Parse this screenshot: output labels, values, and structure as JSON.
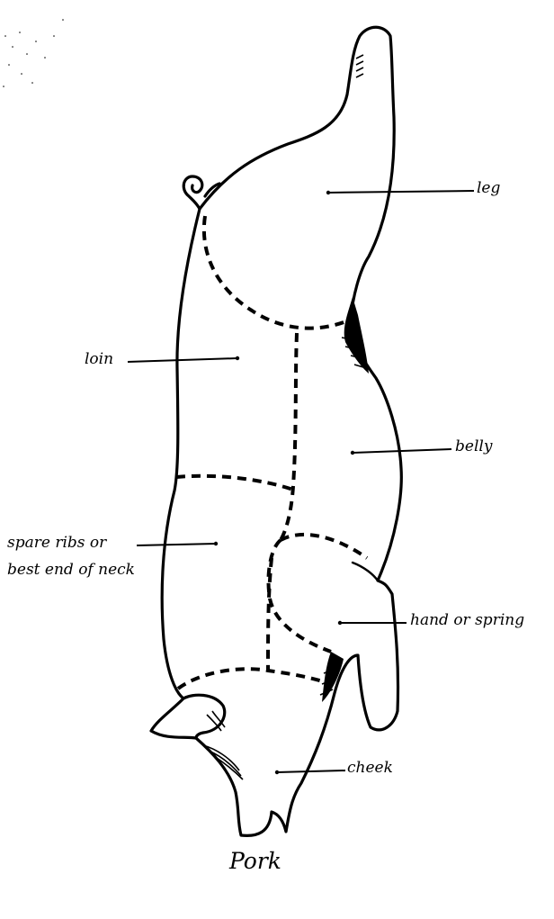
{
  "diagram": {
    "title": "Pork",
    "labels": {
      "leg": "leg",
      "loin": "loin",
      "belly": "belly",
      "spare_ribs_line1": "spare ribs or",
      "spare_ribs_line2": "best end of neck",
      "hand": "hand or spring",
      "cheek": "cheek"
    }
  }
}
